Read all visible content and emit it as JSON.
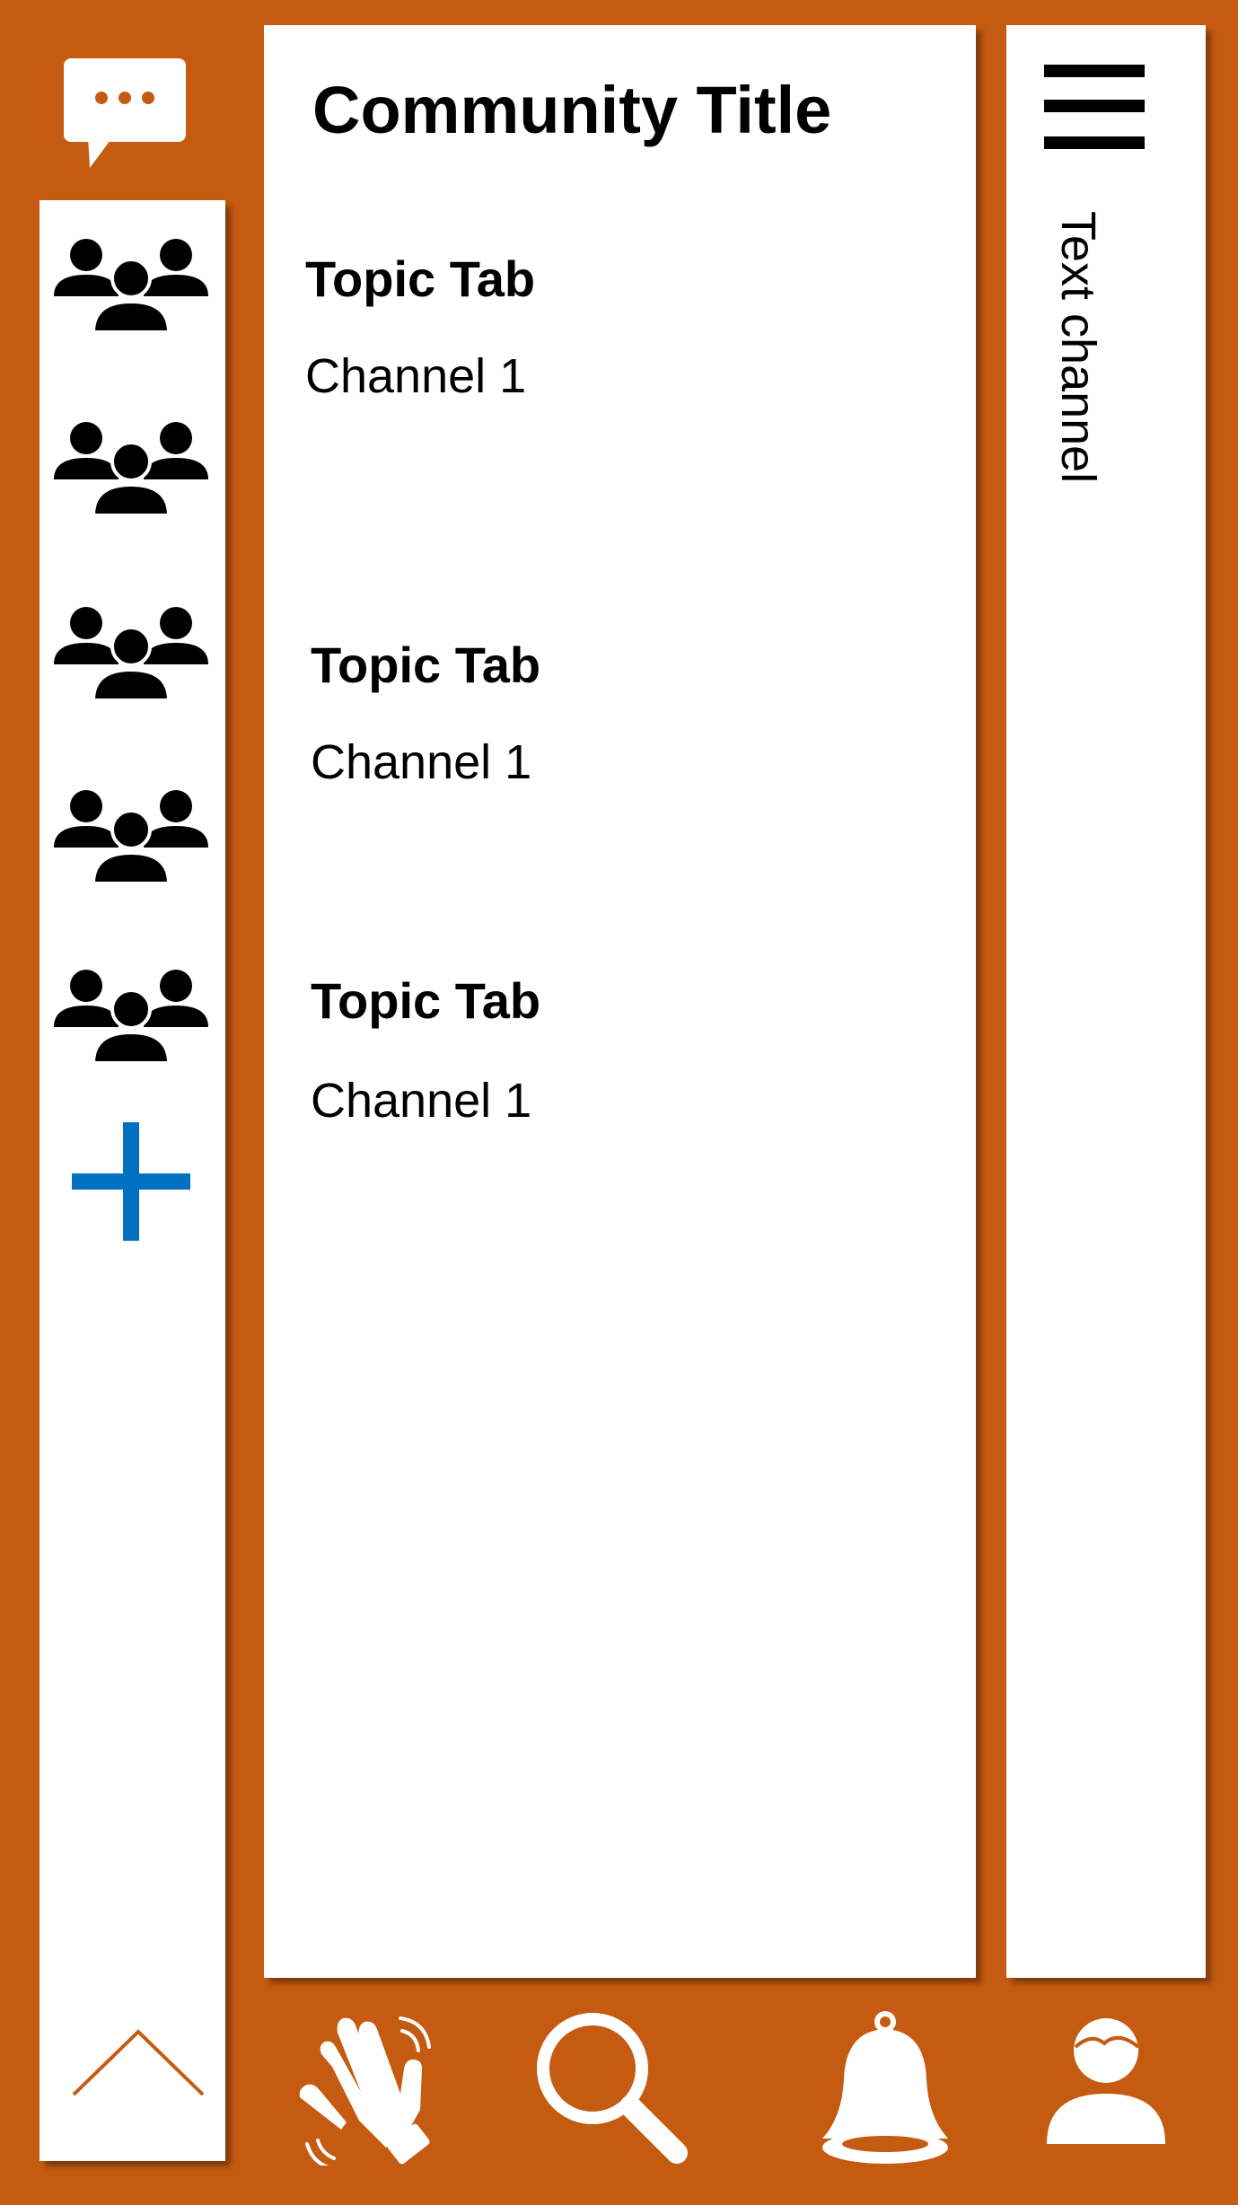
{
  "colors": {
    "frame": "#c55a11",
    "panel": "#ffffff",
    "accent_add": "#0070c0"
  },
  "header": {
    "chat_icon": "speech-bubble-icon"
  },
  "community_list": {
    "items": [
      {
        "icon": "group-icon"
      },
      {
        "icon": "group-icon"
      },
      {
        "icon": "group-icon"
      },
      {
        "icon": "group-icon"
      },
      {
        "icon": "group-icon"
      }
    ],
    "add_icon": "plus-icon"
  },
  "main": {
    "title": "Community Title",
    "sections": [
      {
        "topic": "Topic Tab",
        "channel": "Channel 1"
      },
      {
        "topic": "Topic Tab",
        "channel": "Channel 1"
      },
      {
        "topic": "Topic Tab",
        "channel": "Channel 1"
      }
    ]
  },
  "right_panel": {
    "menu_icon": "hamburger-menu-icon",
    "label": "Text channel"
  },
  "bottom_nav": {
    "items": [
      {
        "icon": "home-icon"
      },
      {
        "icon": "wave-hand-icon"
      },
      {
        "icon": "search-icon"
      },
      {
        "icon": "bell-icon"
      },
      {
        "icon": "user-profile-icon"
      }
    ]
  }
}
